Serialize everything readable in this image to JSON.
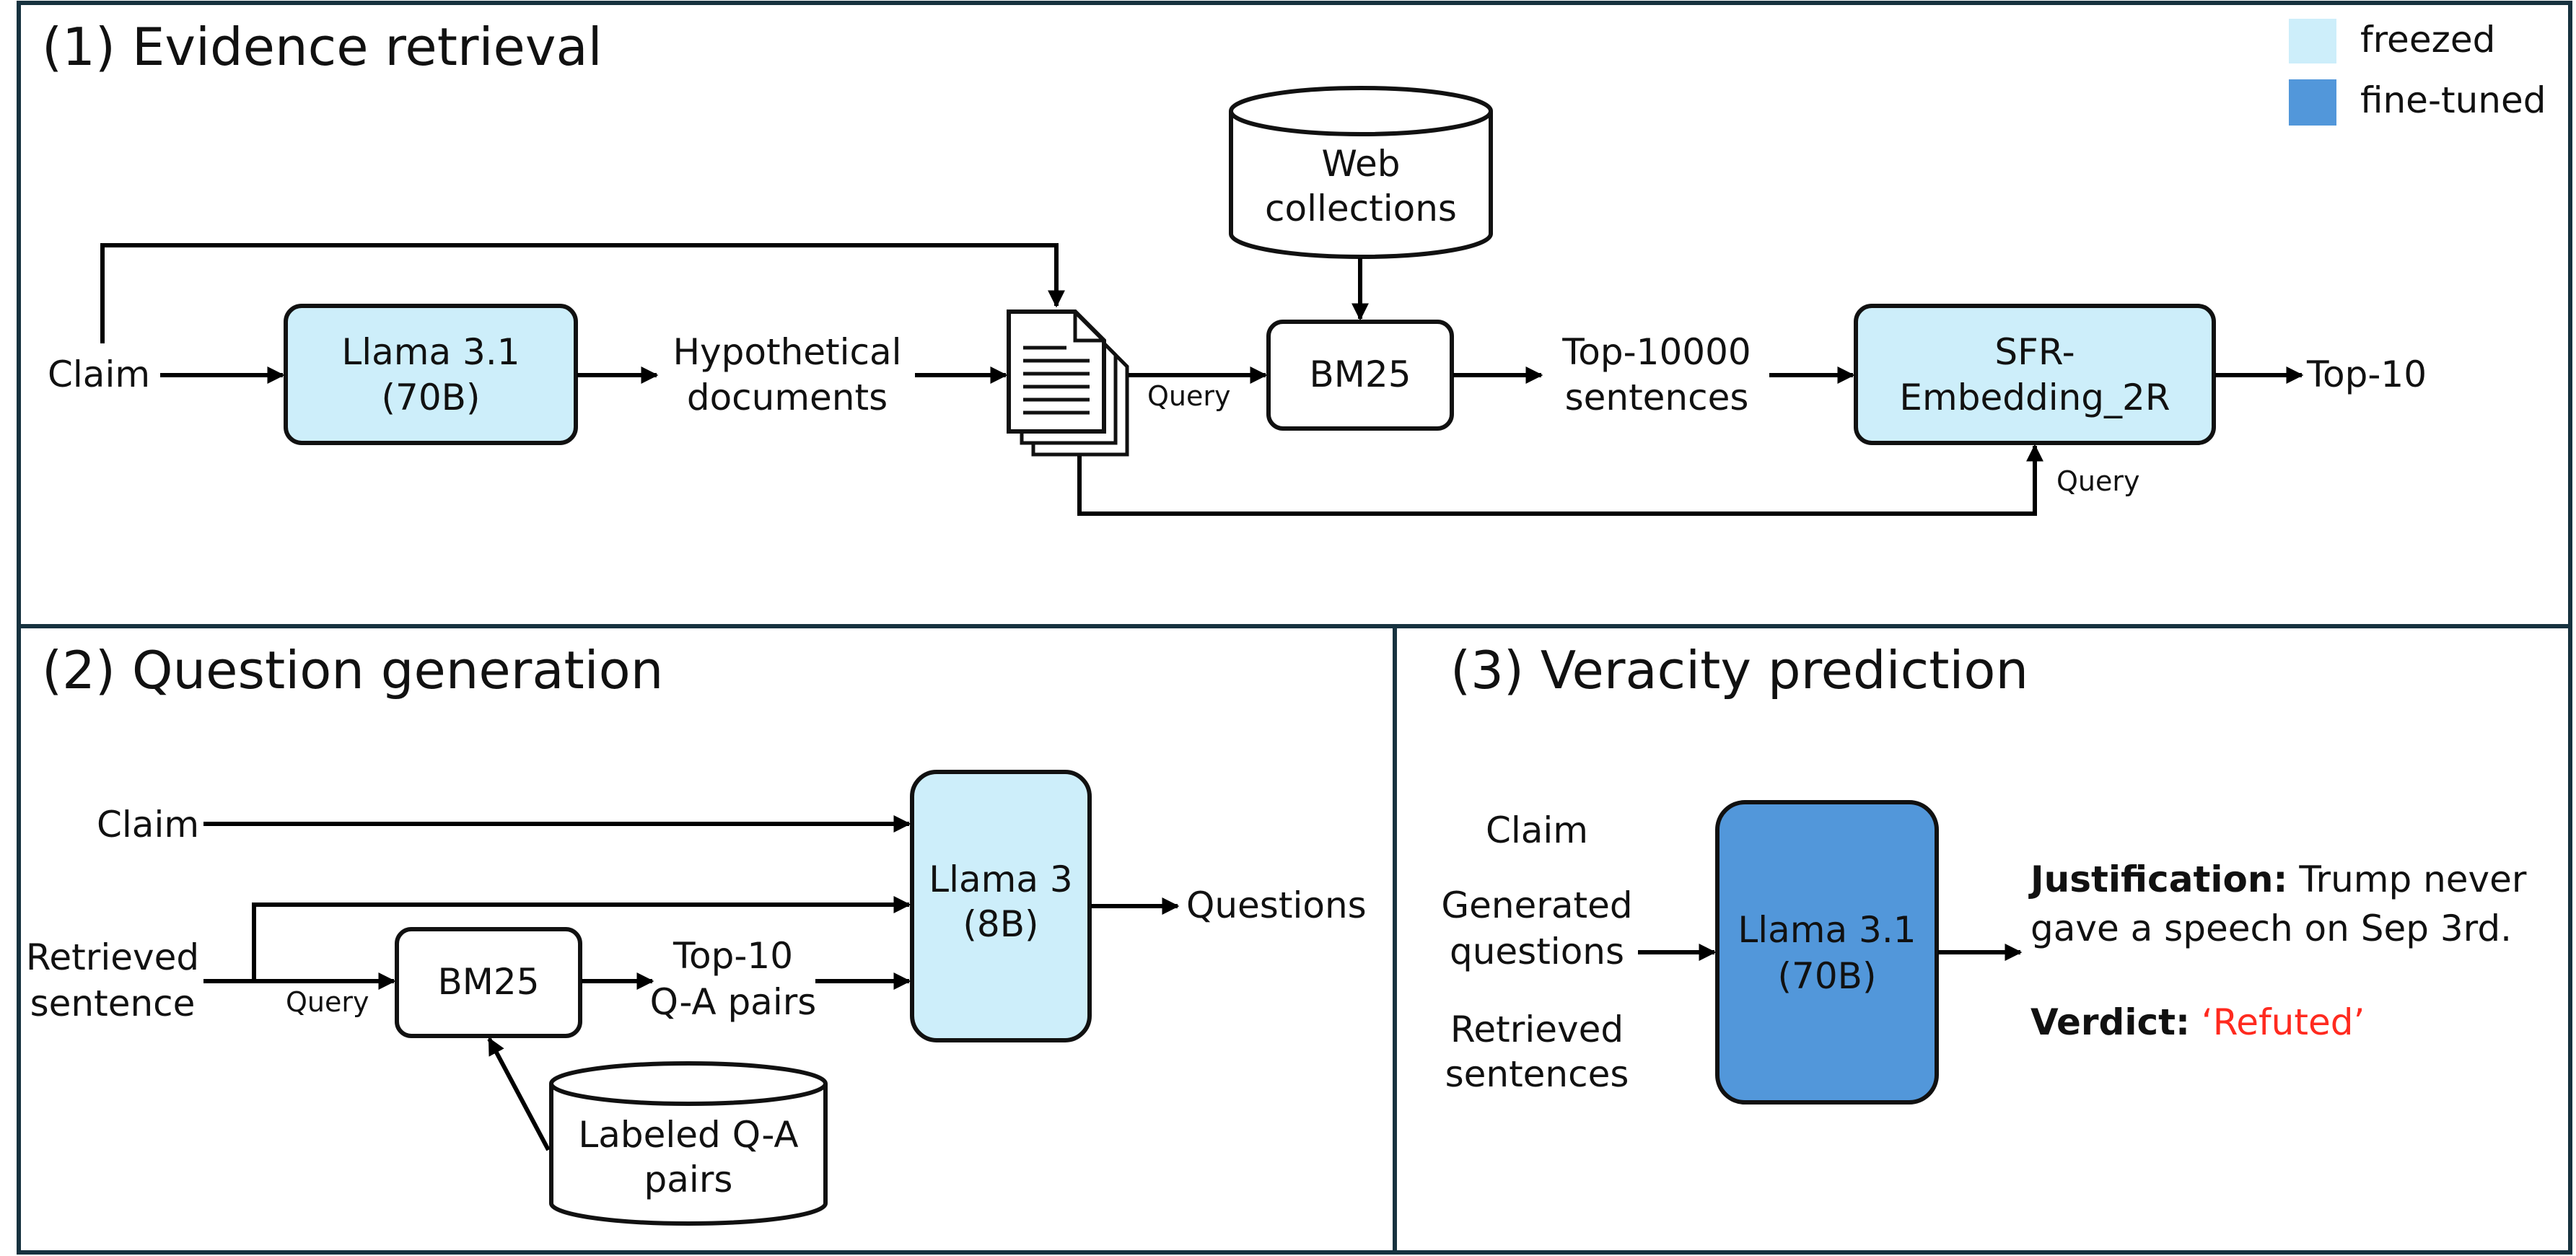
{
  "colors": {
    "freezed": "#cdeefa",
    "fine_tuned": "#5297da",
    "panel_border": "#17323f",
    "verdict": "#ff2a1f"
  },
  "legend": {
    "freezed": "freezed",
    "fine_tuned": "fine-tuned"
  },
  "panel1": {
    "title": "(1) Evidence retrieval",
    "claim": "Claim",
    "llama": [
      "Llama 3.1",
      "(70B)"
    ],
    "hypothetical": [
      "Hypothetical",
      "documents"
    ],
    "query_label": "Query",
    "web": [
      "Web",
      "collections"
    ],
    "bm25": "BM25",
    "top10000": [
      "Top-10000",
      "sentences"
    ],
    "sfr": [
      "SFR-",
      "Embedding_2R"
    ],
    "top10": "Top-10",
    "documents_icon": "documents-icon"
  },
  "panel2": {
    "title": "(2) Question generation",
    "claim": "Claim",
    "retrieved": [
      "Retrieved",
      "sentence"
    ],
    "query_label": "Query",
    "bm25": "BM25",
    "topqa": [
      "Top-10",
      "Q-A pairs"
    ],
    "labeled": [
      "Labeled Q-A",
      "pairs"
    ],
    "llama": [
      "Llama 3",
      "(8B)"
    ],
    "questions": "Questions"
  },
  "panel3": {
    "title": "(3) Veracity prediction",
    "inputs": [
      "Claim",
      "Generated",
      "questions",
      "Retrieved",
      "sentences"
    ],
    "llama": [
      "Llama 3.1",
      "(70B)"
    ],
    "justification_label": "Justification:",
    "justification_text": [
      "Trump never",
      "gave a speech on Sep 3rd."
    ],
    "verdict_label": "Verdict:",
    "verdict_value": "‘Refuted’"
  }
}
